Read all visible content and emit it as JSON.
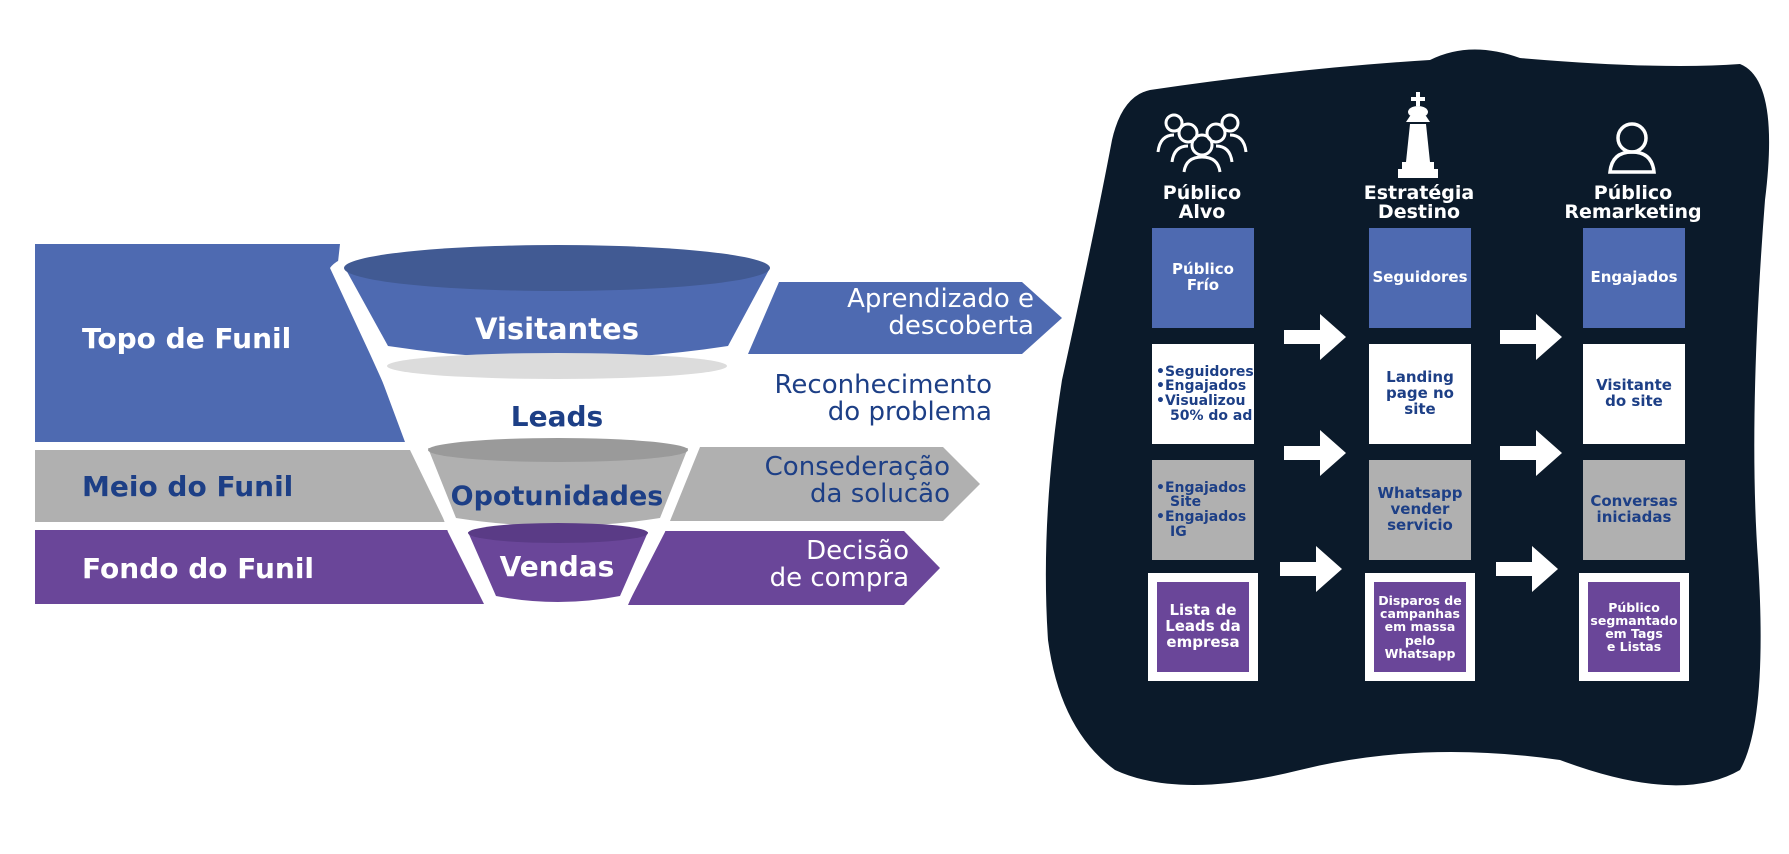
{
  "funnel": {
    "levels": [
      {
        "label": "Topo de Funil",
        "color": "#4e6ab1",
        "label_color": "#ffffff"
      },
      {
        "label": "Meio do Funil",
        "color": "#b0b0b0",
        "label_color": "#1d3f86"
      },
      {
        "label": "Fondo do Funil",
        "color": "#6a4699",
        "label_color": "#ffffff"
      }
    ],
    "stages": {
      "visitantes": "Visitantes",
      "leads": "Leads",
      "oportunidades": "Opotunidades",
      "vendas": "Vendas"
    },
    "descriptions": {
      "aprendizado": [
        "Aprendizado e",
        "descoberta"
      ],
      "reconhecimento": [
        "Reconhecimento",
        "do problema"
      ],
      "consideracao": [
        "Consederação",
        "da solucão"
      ],
      "decisao": [
        "Decisão",
        "de compra"
      ]
    }
  },
  "panel": {
    "background": "#0b1a2a",
    "columns": [
      {
        "icon": "group-icon",
        "title": [
          "Público",
          "Alvo"
        ]
      },
      {
        "icon": "chess-king-icon",
        "title": [
          "Estratégia",
          "Destino"
        ]
      },
      {
        "icon": "user-icon",
        "title": [
          "Público",
          "Remarketing"
        ]
      }
    ],
    "rows": [
      {
        "color": "blue",
        "cells": [
          [
            "Público",
            "Frío"
          ],
          [
            "Seguidores"
          ],
          [
            "Engajados"
          ]
        ]
      },
      {
        "color": "white",
        "cells": [
          [
            "•Seguidores",
            "•Engajados",
            "•Visualizou",
            "50% do ad"
          ],
          [
            "Landing",
            "page no",
            "site"
          ],
          [
            "Visitante",
            "do site"
          ]
        ]
      },
      {
        "color": "gray",
        "cells": [
          [
            "•Engajados",
            "Site",
            "•Engajados",
            "IG"
          ],
          [
            "Whatsapp",
            "vender",
            "servicio"
          ],
          [
            "Conversas",
            "iniciadas"
          ]
        ]
      },
      {
        "color": "purple",
        "cells": [
          [
            "Lista de",
            "Leads da",
            "empresa"
          ],
          [
            "Disparos de",
            "campanhas",
            "em massa",
            "pelo",
            "Whatsapp"
          ],
          [
            "Público",
            "segmantado",
            "em Tags",
            "e Listas"
          ]
        ]
      }
    ]
  }
}
